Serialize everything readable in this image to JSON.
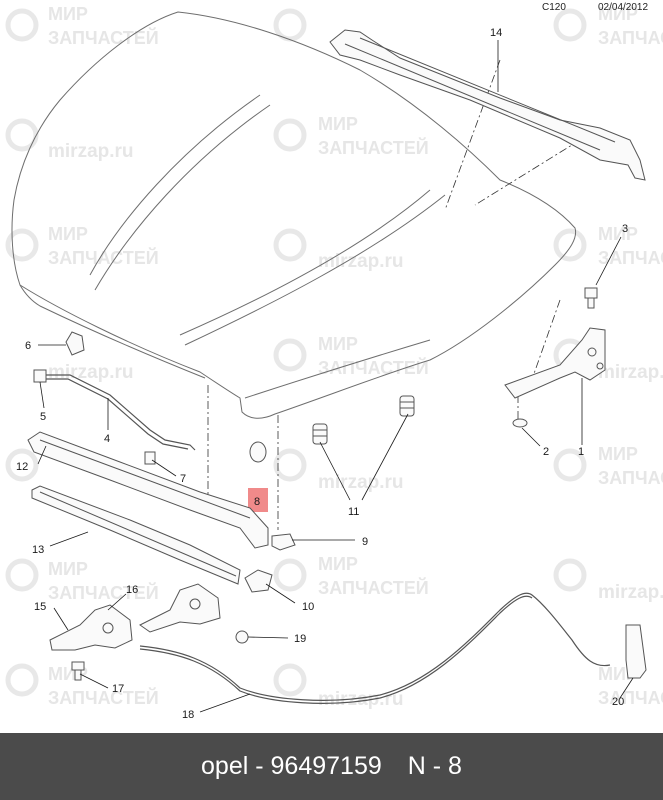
{
  "header": {
    "code": "C120",
    "date": "02/04/2012"
  },
  "watermark": {
    "line1": "МИР",
    "line2": "ЗАПЧАСТЕЙ",
    "url": "mirzap.ru"
  },
  "callouts": [
    "1",
    "2",
    "3",
    "4",
    "5",
    "6",
    "7",
    "8",
    "9",
    "10",
    "11",
    "12",
    "13",
    "14",
    "15",
    "16",
    "17",
    "18",
    "19",
    "20"
  ],
  "highlight": {
    "part": "8",
    "color": "#f08a8a"
  },
  "footer": {
    "brand": "opel",
    "separator": "-",
    "part_number": "96497159",
    "position": "N - 8"
  }
}
